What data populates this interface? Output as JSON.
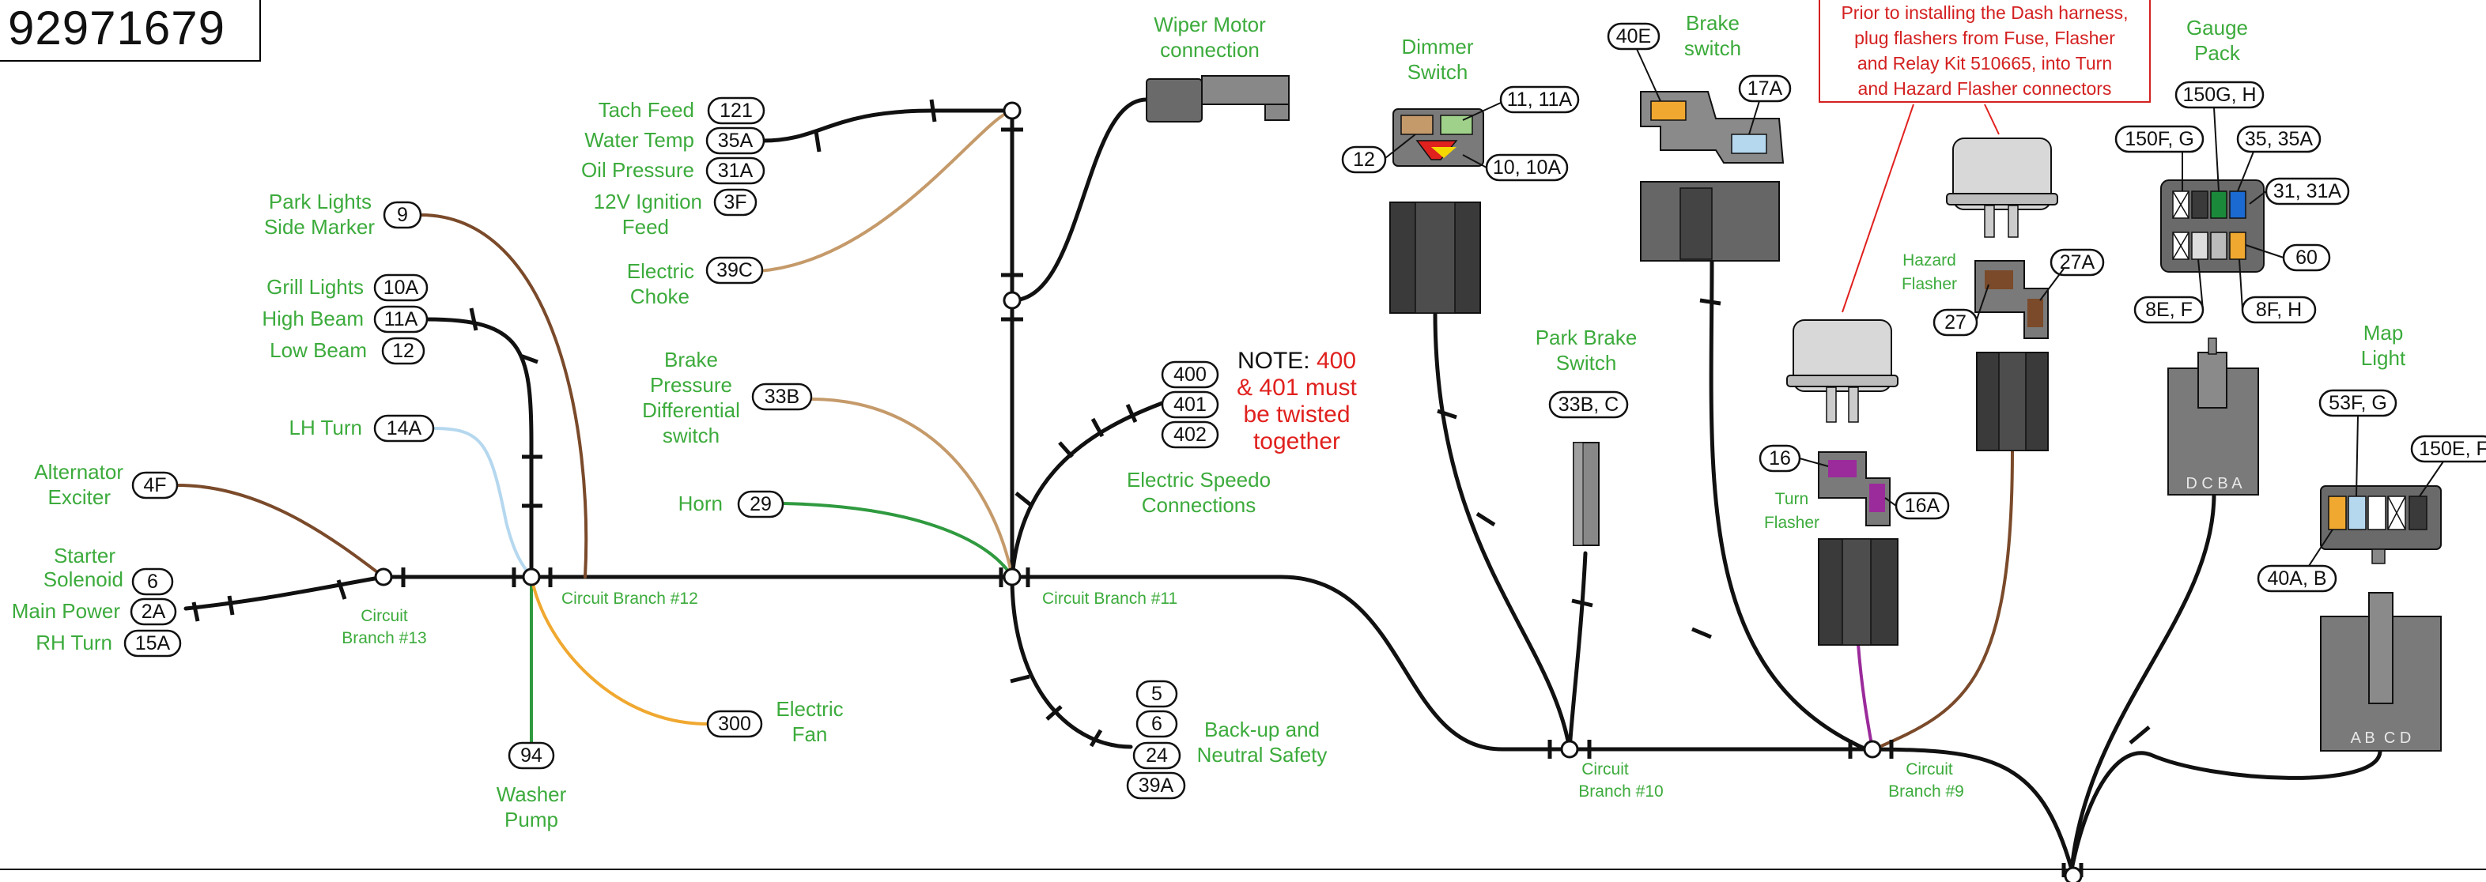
{
  "part_number": "92971679",
  "note_box": "Prior to installing the Dash harness,\nplug flashers from Fuse, Flasher\nand Relay Kit 510665, into Turn\nand Hazard Flasher connectors",
  "twist_note": {
    "prefix": "NOTE: ",
    "lines": [
      "400",
      "& 401 must",
      "be twisted",
      "together"
    ]
  },
  "component_labels": {
    "park_lights": [
      "Park Lights",
      "Side Marker"
    ],
    "grill_lights": "Grill Lights",
    "high_beam": "High Beam",
    "low_beam": "Low Beam",
    "lh_turn": "LH Turn",
    "alternator": [
      "Alternator",
      "Exciter"
    ],
    "starter": [
      "Starter",
      "Solenoid"
    ],
    "main_power": "Main Power",
    "rh_turn": "RH Turn",
    "washer_pump": [
      "Washer",
      "Pump"
    ],
    "electric_fan": [
      "Electric",
      "Fan"
    ],
    "tach_feed": "Tach Feed",
    "water_temp": "Water Temp",
    "oil_pressure": "Oil Pressure",
    "ignition_feed": [
      "12V Ignition",
      "Feed"
    ],
    "electric_choke": [
      "Electric",
      "Choke"
    ],
    "brake_pressure": [
      "Brake",
      "Pressure",
      "Differential",
      "switch"
    ],
    "horn": "Horn",
    "wiper_motor": [
      "Wiper Motor",
      "connection"
    ],
    "electric_speedo": [
      "Electric Speedo",
      "Connections"
    ],
    "backup_neutral": [
      "Back-up and",
      "Neutral Safety"
    ],
    "dimmer_switch": [
      "Dimmer",
      "Switch"
    ],
    "brake_switch": [
      "Brake",
      "switch"
    ],
    "park_brake_switch": [
      "Park Brake",
      "Switch"
    ],
    "hazard_flasher": [
      "Hazard",
      "Flasher"
    ],
    "turn_flasher": [
      "Turn",
      "Flasher"
    ],
    "gauge_pack": [
      "Gauge",
      "Pack"
    ],
    "map_light": [
      "Map",
      "Light"
    ]
  },
  "branches": {
    "b13": [
      "Circuit",
      "Branch #13"
    ],
    "b12": "Circuit Branch #12",
    "b11": "Circuit Branch #11",
    "b10": [
      "Circuit",
      "Branch #10"
    ],
    "b9": [
      "Circuit",
      "Branch #9"
    ]
  },
  "circuit_tags": {
    "t9": "9",
    "t10a": "10A",
    "t11a": "11A",
    "t12": "12",
    "t14a": "14A",
    "t4f": "4F",
    "t6": "6",
    "t2a": "2A",
    "t15a": "15A",
    "t94": "94",
    "t300": "300",
    "t121": "121",
    "t35a": "35A",
    "t31a": "31A",
    "t3f": "3F",
    "t39c": "39C",
    "t33b": "33B",
    "t29": "29",
    "t400": "400",
    "t401": "401",
    "t402": "402",
    "t5": "5",
    "t6b": "6",
    "t24": "24",
    "t39a": "39A",
    "d11": "11, 11A",
    "d12": "12",
    "d10": "10, 10A",
    "b40e": "40E",
    "b17a": "17A",
    "p33": "33B, C",
    "h27a": "27A",
    "h27": "27",
    "f16": "16",
    "f16a": "16A",
    "g150gh": "150G, H",
    "g150fg": "150F, G",
    "g35": "35, 35A",
    "g31": "31, 31A",
    "g60": "60",
    "g8ef": "8E, F",
    "g8fh": "8F, H",
    "m53": "53F, G",
    "m150": "150E, F",
    "m40": "40A, B"
  },
  "connector_letters": {
    "gauge": "D C B A",
    "map": "A B  C D"
  },
  "colors": {
    "label_green": "#3cab3c",
    "note_red": "#e0211e",
    "wire_black": "#111111",
    "wire_brown": "#7a4a2a",
    "wire_tan": "#c59a6a",
    "wire_lightblue": "#b5d8ef",
    "wire_green": "#2f9a3f",
    "wire_orange": "#f0a830",
    "wire_purple": "#9b2a9b"
  }
}
